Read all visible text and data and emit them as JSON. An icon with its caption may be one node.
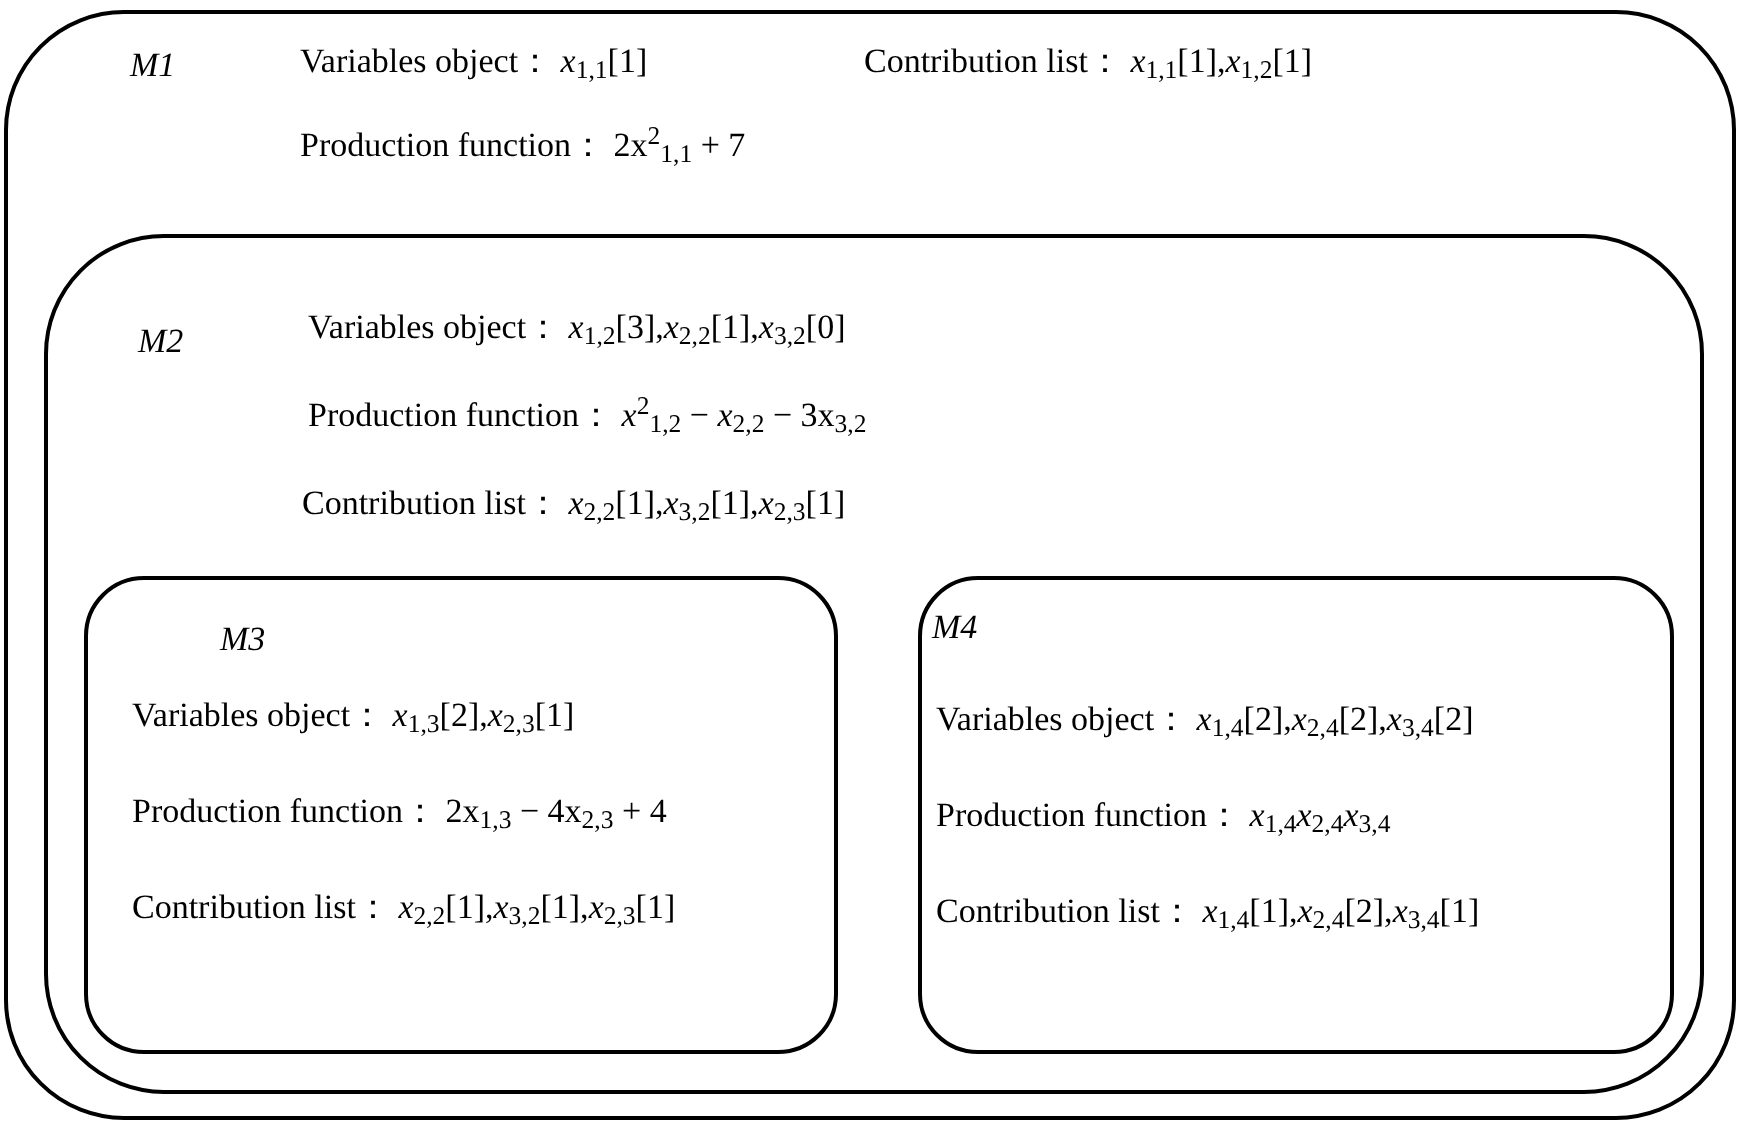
{
  "diagram": {
    "nodes": [
      {
        "text": [
          "M1",
          "Variables object： *x*$_{1,1}$[1]",
          "Contribution list： *x*$_{1,1}$[1],*x*$_{1,2}$[1]",
          "Production function： 2x$^{2}$$_{1,1}$ + 7"
        ]
      },
      {
        "text": [
          "M2",
          "Variables object： *x*$_{1,2}$[3],*x*$_{2,2}$[1],*x*$_{3,2}$[0]",
          "Production function： *x*$^{2}$$_{1,2}$ − *x*$_{2,2}$ − 3x$_{3,2}$",
          "Contribution list： *x*$_{2,2}$[1],*x*$_{3,2}$[1],*x*$_{2,3}$[1]"
        ],
        "in": 0
      },
      {
        "text": [
          "M3",
          "Variables object： *x*$_{1,3}$[2],*x*$_{2,3}$[1]",
          "Production function： 2x$_{1,3}$ − 4x$_{2,3}$ + 4",
          "Contribution list： *x*$_{2,2}$[1],*x*$_{3,2}$[1],*x*$_{2,3}$[1]"
        ],
        "in": 1
      },
      {
        "text": [
          "M4",
          "Variables object： *x*$_{1,4}$[2],*x*$_{2,4}$[2],*x*$_{3,4}$[2]",
          "Production function： *x*$_{1,4}$*x*$_{2,4}$*x*$_{3,4}$",
          "Contribution list： *x*$_{1,4}$[1],*x*$_{2,4}$[2],*x*$_{3,4}$[1]"
        ],
        "in": 1
      }
    ]
  }
}
